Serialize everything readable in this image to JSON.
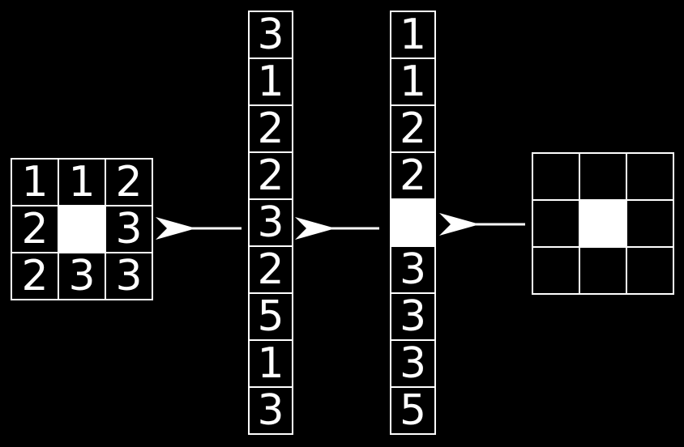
{
  "input_grid": {
    "rows": [
      [
        "1",
        "1",
        "2"
      ],
      [
        "2",
        "",
        "3"
      ],
      [
        "2",
        "3",
        "3"
      ]
    ],
    "highlight": [
      1,
      1
    ]
  },
  "unsorted_column": [
    "3",
    "1",
    "2",
    "2",
    "3",
    "2",
    "5",
    "1",
    "3"
  ],
  "sorted_column": [
    "1",
    "1",
    "2",
    "2",
    "",
    "3",
    "3",
    "3",
    "5"
  ],
  "sorted_highlight_index": 4,
  "output_grid": {
    "rows": [
      [
        "",
        "",
        ""
      ],
      [
        "",
        "",
        ""
      ],
      [
        "",
        "",
        ""
      ]
    ],
    "highlight": [
      1,
      1
    ]
  },
  "colors": {
    "background": "#000000",
    "stroke": "#ffffff",
    "highlight_fill": "#ffffff"
  }
}
